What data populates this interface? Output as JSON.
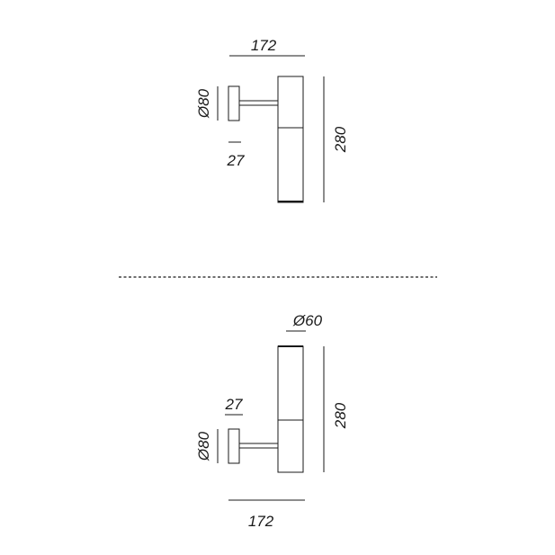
{
  "top_view": {
    "width_label": "172",
    "height_label": "280",
    "base_diameter_label": "Ø80",
    "base_depth_label": "27"
  },
  "bottom_view": {
    "tube_diameter_label": "Ø60",
    "height_label": "280",
    "base_depth_label": "27",
    "base_diameter_label": "Ø80",
    "width_label": "172"
  }
}
